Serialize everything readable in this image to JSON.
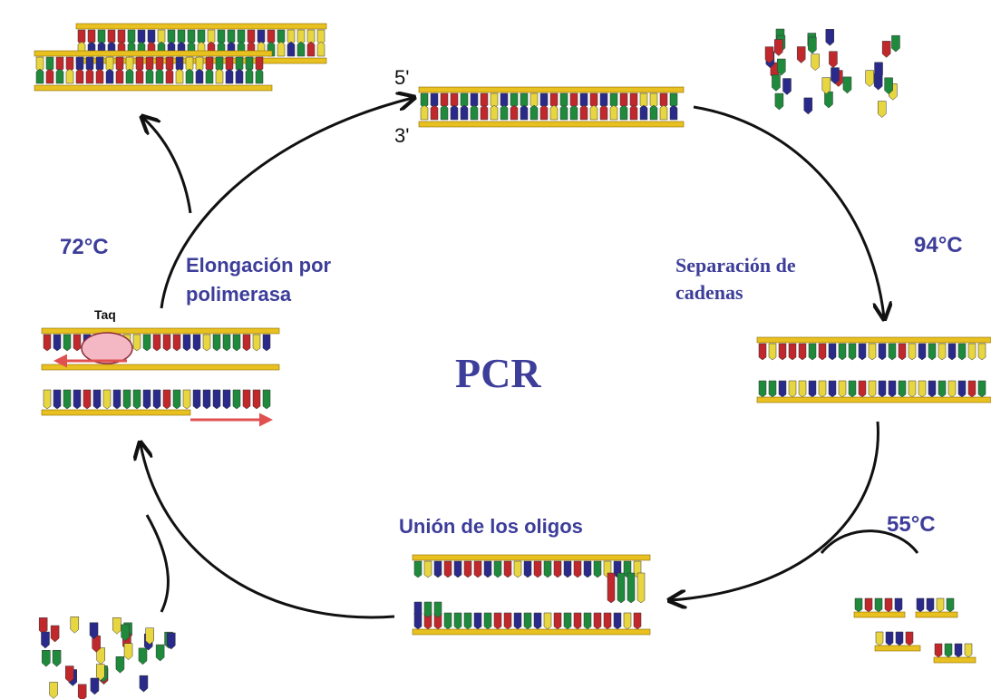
{
  "title": "PCR",
  "temperatures": {
    "denature": "94°C",
    "anneal": "55°C",
    "extend": "72°C"
  },
  "steps": {
    "denature": [
      "Separación de",
      "cadenas"
    ],
    "anneal": [
      "Unión de los oligos"
    ],
    "extend": [
      "Elongación por",
      "polimerasa"
    ]
  },
  "ends": {
    "five": "5'",
    "three": "3'"
  },
  "enzyme": "Taq",
  "colors": {
    "label": "#3d3d9a",
    "backbone": "#e8c020",
    "backbone_edge": "#8a6a00",
    "base_red": "#c0282c",
    "base_green": "#1f8a3c",
    "base_navy": "#2a2a8a",
    "base_yellow": "#e8d640",
    "arrow": "#111111",
    "extension_arrow": "#e05050",
    "taq": "#f4b8c4"
  }
}
